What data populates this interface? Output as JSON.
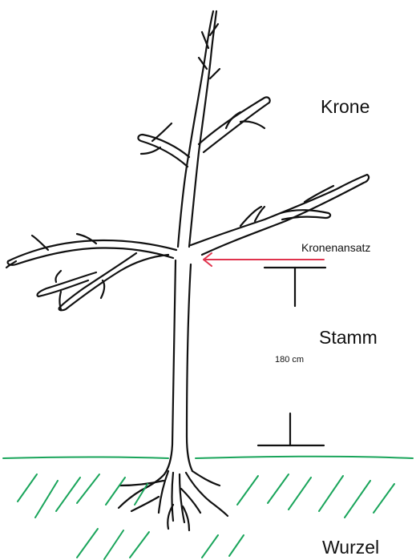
{
  "labels": {
    "crown": "Krone",
    "crown_base": "Kronenansatz",
    "trunk": "Stamm",
    "trunk_height": "180 cm",
    "root": "Wurzel"
  },
  "colors": {
    "ink": "#111111",
    "arrow": "#e0334d",
    "ground": "#1aa55b"
  }
}
